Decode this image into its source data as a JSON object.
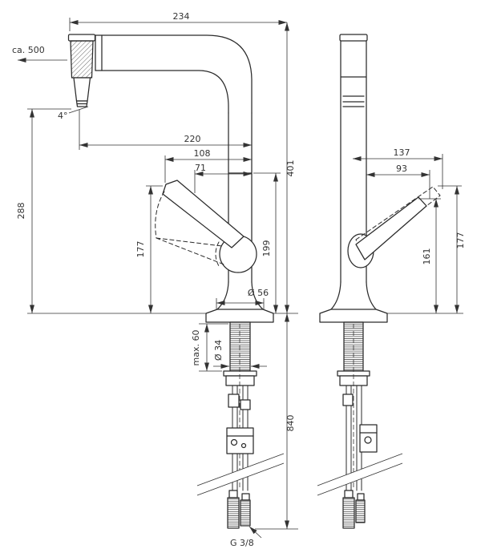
{
  "drawing": {
    "colors": {
      "background": "#ffffff",
      "ink": "#2b2b2b"
    },
    "labels": {
      "width_234": "234",
      "hose_ca500": "ca. 500",
      "angle_4": "4°",
      "reach_220": "220",
      "offset_108": "108",
      "offset_71": "71",
      "height_401": "401",
      "height_288": "288",
      "height_177_front": "177",
      "height_199": "199",
      "dia_56": "Ø 56",
      "max_60": "max. 60",
      "dia_34": "Ø 34",
      "length_840": "840",
      "thread_g38": "G 3/8",
      "side_137": "137",
      "side_93": "93",
      "side_161": "161",
      "side_177": "177"
    }
  }
}
